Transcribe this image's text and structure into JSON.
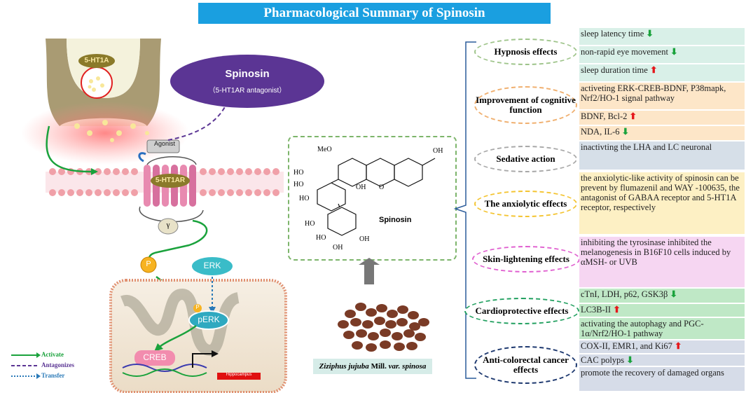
{
  "title": "Pharmacological Summary of Spinosin",
  "receptor_labels": {
    "top": "5-HT1A",
    "membrane": "5-HT1AR",
    "gamma": "γ",
    "agonist": "Agonist"
  },
  "spinosin_badge": {
    "name": "Spinosin",
    "note": "（5-HT1AR antagonist）"
  },
  "signaling": {
    "p": "P",
    "erk": "ERK",
    "p_small": "P",
    "perk": "pERK",
    "creb": "CREB",
    "tissue": "Hippocampus"
  },
  "legend": [
    {
      "label": "Activate",
      "style": "solid",
      "color": "#1aa23c"
    },
    {
      "label": "Antagonizes",
      "style": "dashed",
      "color": "#5b3594"
    },
    {
      "label": "Transfer",
      "style": "dotted",
      "color": "#2a7ab8"
    }
  ],
  "structure": {
    "label": "Spinosin",
    "atoms": [
      "MeO",
      "OH",
      "HO",
      "HO",
      "HO",
      "OH",
      "O",
      "HO",
      "HO",
      "OH",
      "OH"
    ]
  },
  "plant": {
    "label_italic": "Ziziphus jujuba",
    "label_plain": " Mill. ",
    "label_var": "var. spinosa"
  },
  "effects": [
    {
      "name": "Hypnosis effects",
      "color": "#9ec48a"
    },
    {
      "name": "Improvement of cognitive function",
      "color": "#f0b070"
    },
    {
      "name": "Sedative action",
      "color": "#a8a8a8"
    },
    {
      "name": "The anxiolytic effects",
      "color": "#f4c430"
    },
    {
      "name": "Skin-lightening effects",
      "color": "#e060d0"
    },
    {
      "name": "Cardioprotective effects",
      "color": "#22a060"
    },
    {
      "name": "Anti-colorectal cancer effects",
      "color": "#1f3a70"
    }
  ],
  "details": [
    {
      "text": "sleep latency time",
      "arrow": "down",
      "bg": "#d9f0e8"
    },
    {
      "text": "non-rapid eye movement",
      "arrow": "down",
      "bg": "#d9f0e8"
    },
    {
      "text": "sleep duration time",
      "arrow": "up",
      "bg": "#d9f0e8"
    },
    {
      "text": "activeting ERK-CREB-BDNF, P38mapk, Nrf2/HO-1 signal pathway",
      "arrow": "",
      "bg": "#fde6c8"
    },
    {
      "text": "BDNF, Bcl-2",
      "arrow": "up",
      "bg": "#fde6c8"
    },
    {
      "text": "NDA, IL-6",
      "arrow": "down",
      "bg": "#fde6c8"
    },
    {
      "text": "inactivting the LHA and LC neuronal",
      "arrow": "",
      "bg": "#d6dfe8"
    },
    {
      "text": "the anxiolytic-like activity of spinosin can be prevent by flumazenil and  WAY -100635, the antagonist  of  GABAA receptor and 5-HT1A receptor, respectively",
      "arrow": "",
      "bg": "#fdf0c4"
    },
    {
      "text": "inhibiting the  tyrosinase inhibited  the  melanogenesis  in B16F10 cells induced by αMSH- or UVB",
      "arrow": "",
      "bg": "#f6d6f2"
    },
    {
      "text": "cTnI, LDH, p62, GSK3β",
      "arrow": "down",
      "bg": "#bfe8c6"
    },
    {
      "text": "LC3B-II",
      "arrow": "up",
      "bg": "#bfe8c6"
    },
    {
      "text": "activating the autophagy and PGC-1α/Nrf2/HO-1 pathway",
      "arrow": "",
      "bg": "#bfe8c6"
    },
    {
      "text": "COX-II,  EMR1,  and  Ki67",
      "arrow": "up",
      "bg": "#d6dce8"
    },
    {
      "text": "CAC polyps",
      "arrow": "down",
      "bg": "#d6dce8"
    },
    {
      "text": "promote the recovery of damaged organs",
      "arrow": "",
      "bg": "#d6dce8"
    }
  ]
}
